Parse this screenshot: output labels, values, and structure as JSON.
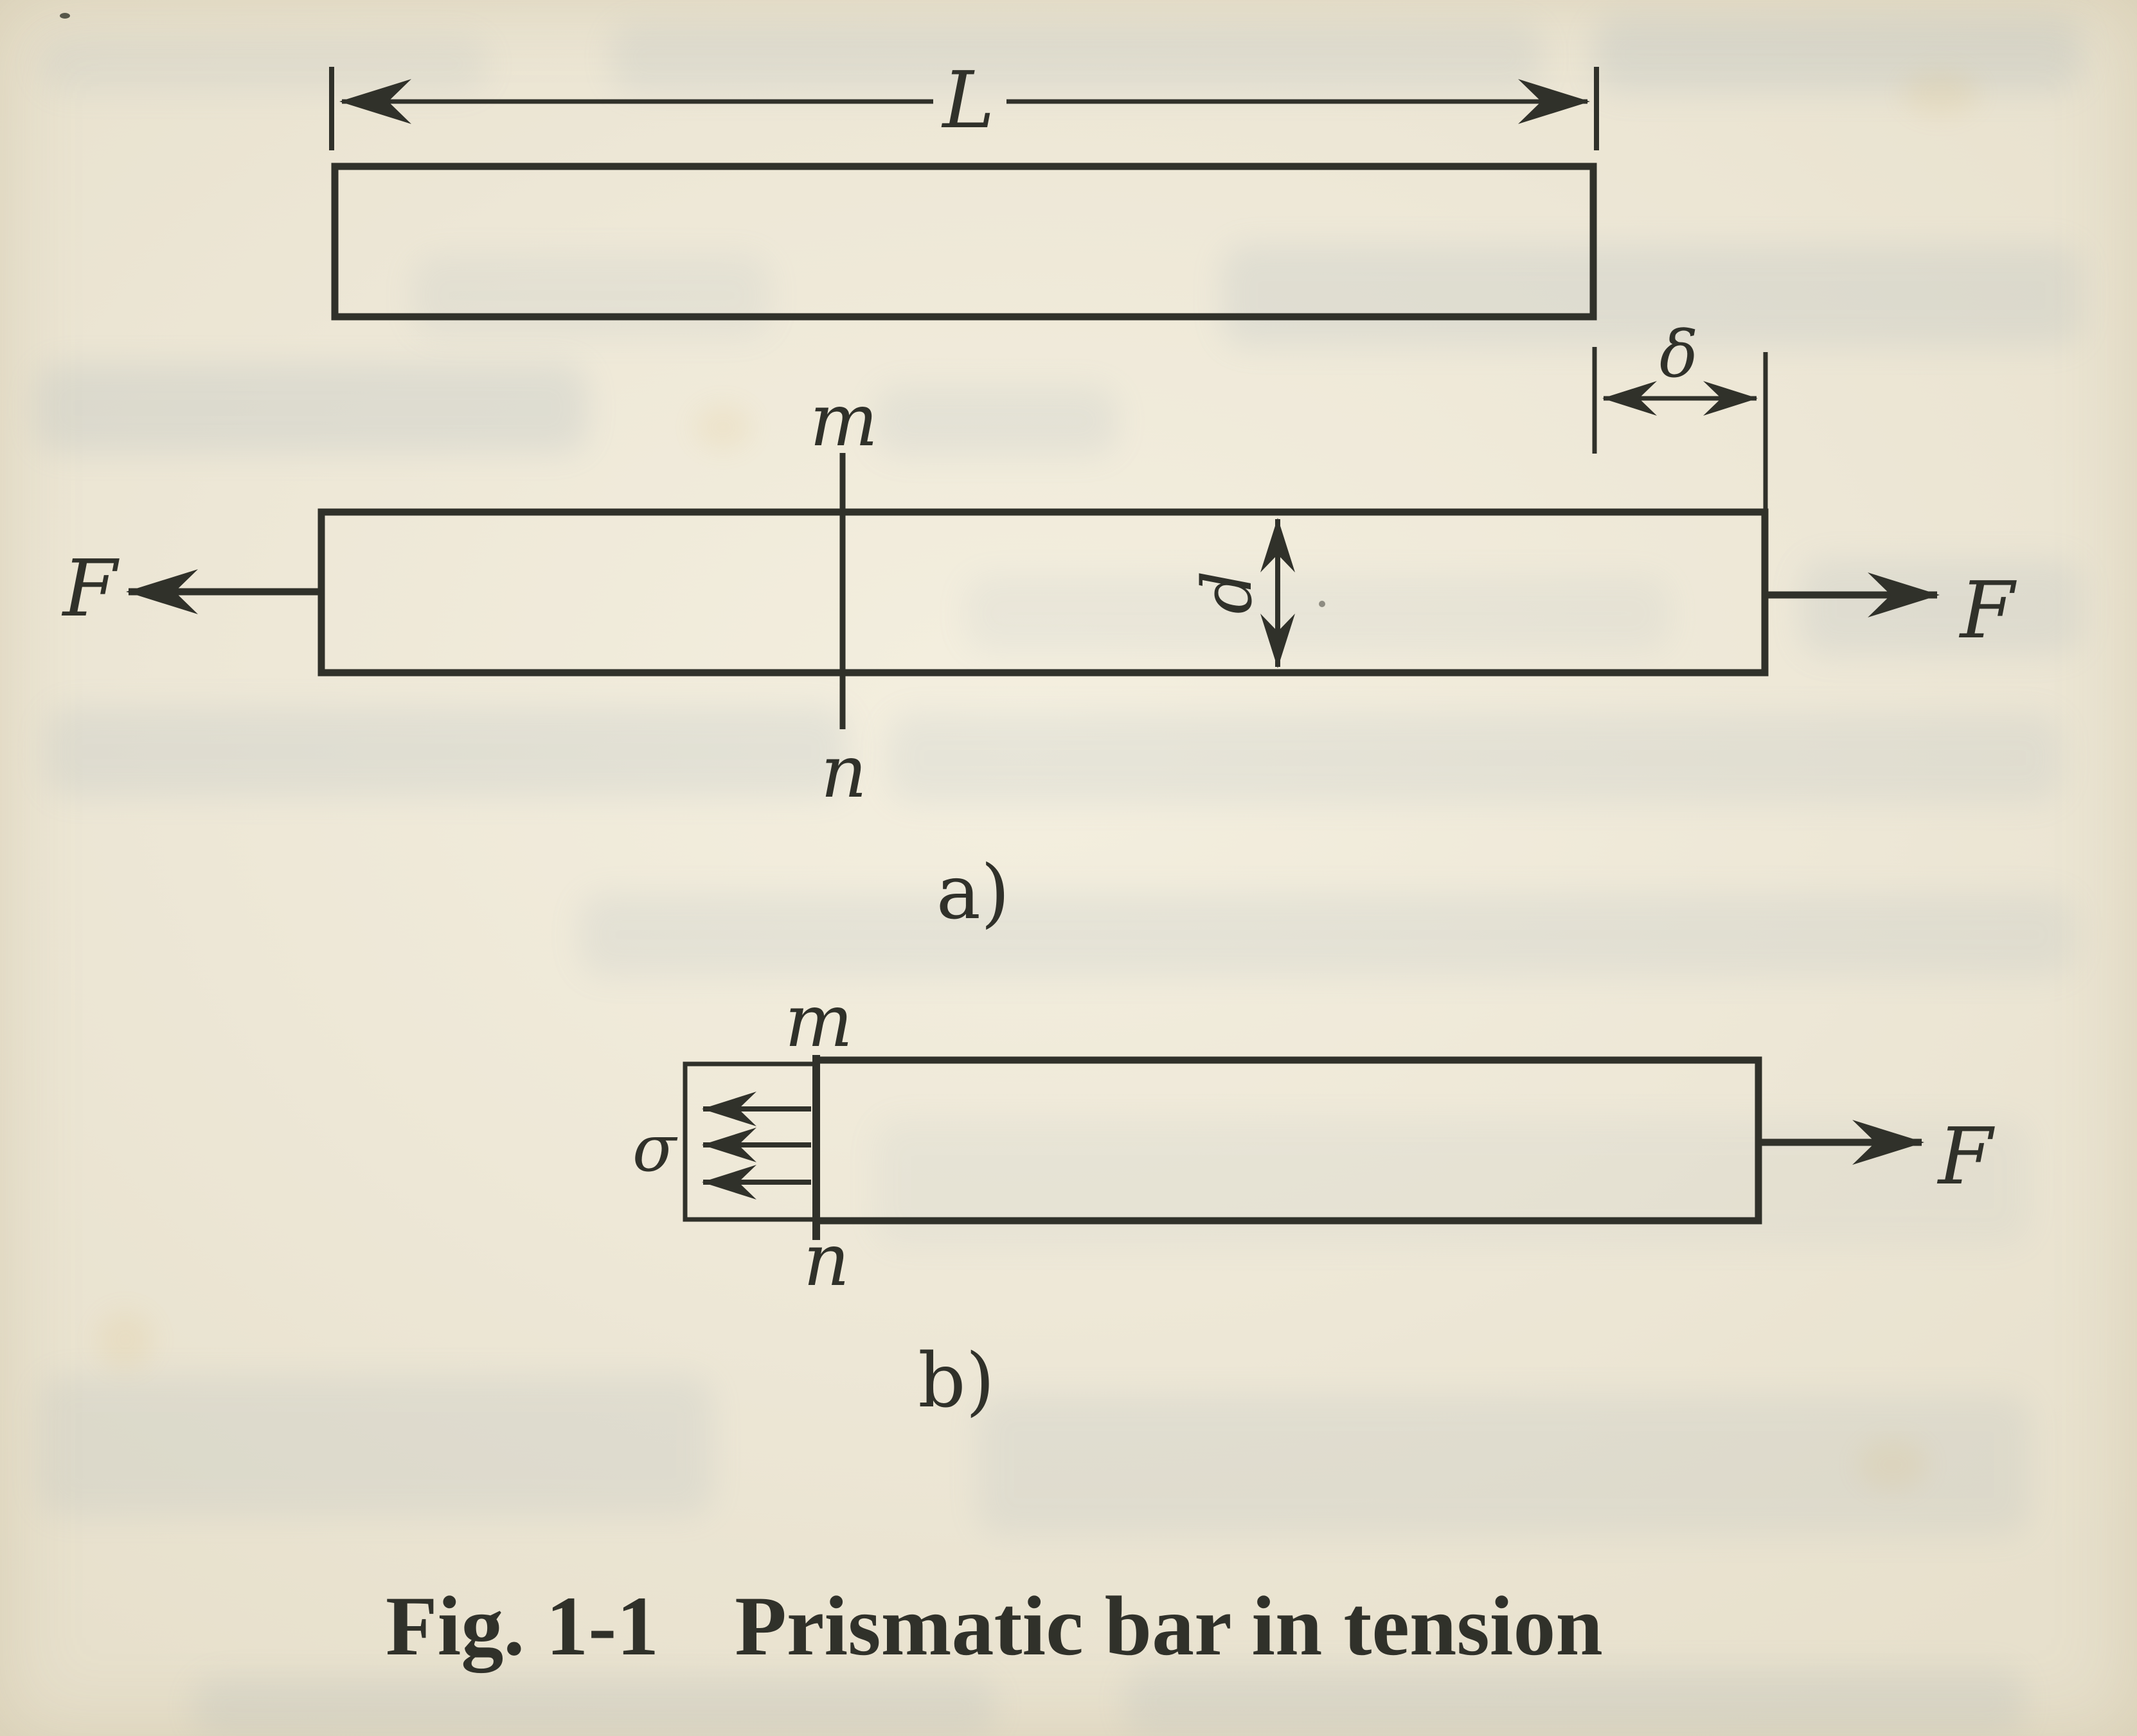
{
  "page": {
    "caption": {
      "number": "Fig. 1-1",
      "title": "Prismatic bar in tension"
    },
    "panel_a": {
      "label": "a)"
    },
    "panel_b": {
      "label": "b)"
    },
    "symbols": {
      "length": "L",
      "elongation": "δ",
      "section_top": "m",
      "section_bottom": "n",
      "diameter": "d",
      "force": "F",
      "stress": "σ"
    },
    "colors": {
      "paper": "#ede7d6",
      "ink": "#30312a",
      "bleedthrough": "#8da0af"
    }
  }
}
